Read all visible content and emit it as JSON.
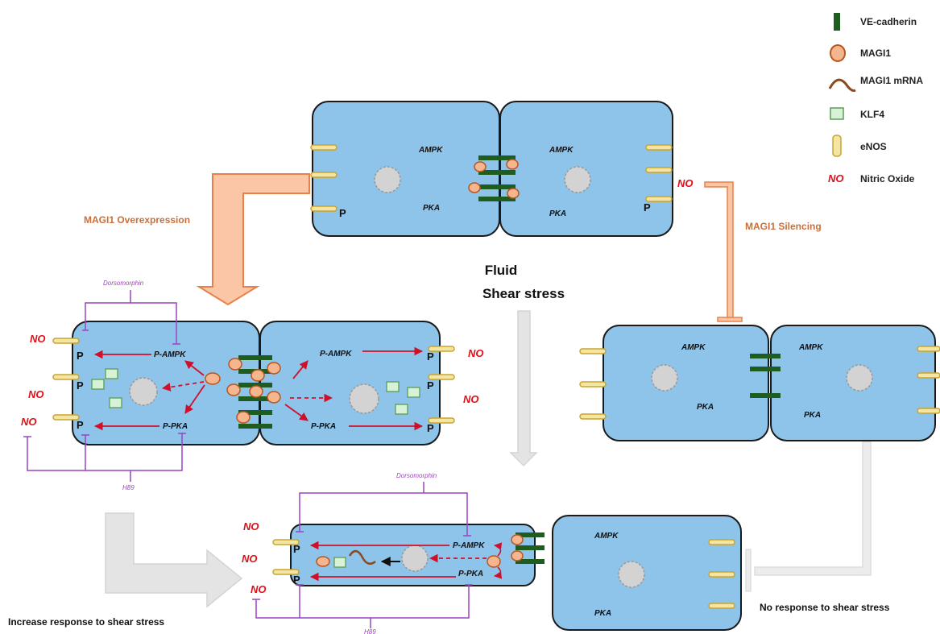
{
  "legend": {
    "ve_cadherin": "VE-cadherin",
    "magi1": "MAGI1",
    "magi1_mrna": "MAGI1 mRNA",
    "klf4": "KLF4",
    "enos": "eNOS",
    "no_symbol": "NO",
    "nitric_oxide": "Nitric Oxide"
  },
  "labels": {
    "ampk": "AMPK",
    "pka": "PKA",
    "p_ampk": "P-AMPK",
    "p_pka": "P-PKA",
    "no": "NO",
    "p": "P",
    "dorsomorphin": "Dorsomorphin",
    "h89": "H89",
    "overexpression": "MAGI1 Overexpression",
    "silencing": "MAGI1 Silencing",
    "fluid": "Fluid",
    "shear_stress": "Shear stress",
    "increase_response": "Increase response to shear stress",
    "no_response": "No response to shear stress"
  },
  "colors": {
    "cell_fill": "#8ec3ea",
    "cell_stroke": "#1a1a1a",
    "ve_cadherin": "#1f5c1f",
    "magi1_fill": "#f5b68f",
    "magi1_stroke": "#b8551f",
    "mrna": "#8a4a1f",
    "klf4_fill": "#d8f2d5",
    "klf4_stroke": "#5a9c5a",
    "enos_fill": "#f3e6a3",
    "enos_stroke": "#c9a330",
    "no_text": "#e0101a",
    "activation_arrow": "#d0102a",
    "inhibitor": "#9a44c0",
    "orange_arrow_fill": "#fbc6a6",
    "orange_arrow_stroke": "#e8804a",
    "grey_arrow": "#e4e4e4"
  }
}
